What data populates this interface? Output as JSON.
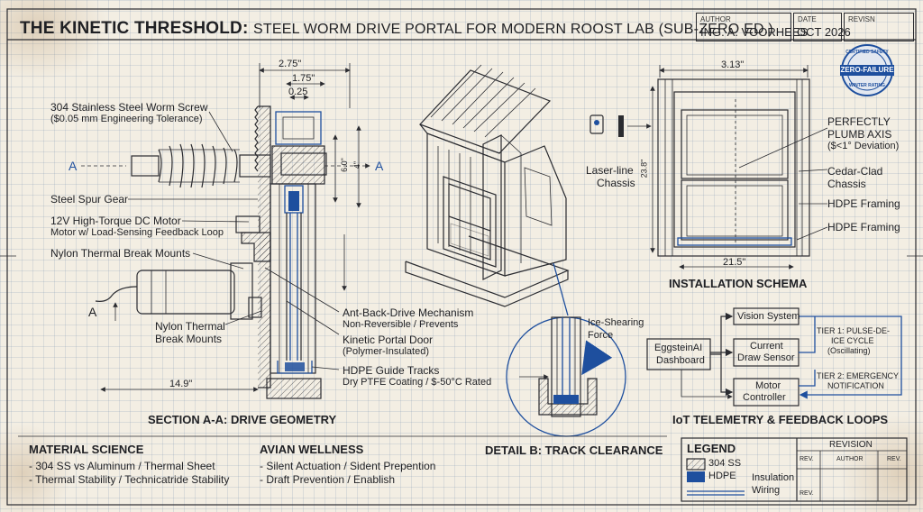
{
  "title": {
    "main": "THE KINETIC THRESHOLD:",
    "sub": "STEEL WORM DRIVE PORTAL FOR MODERN ROOST LAB (SUB-ZERO ED.)"
  },
  "title_block": {
    "author_label": "AUTHOR",
    "author": "ING. A. VOORHEES",
    "date_label": "DATE",
    "date": "OCT 2026",
    "revision_label": "REVISN"
  },
  "badge": {
    "top": "CERTIFIED SAFETY",
    "main": "ZERO-FAILURE",
    "bottom": "WINTER RATING"
  },
  "section_aa": {
    "heading": "SECTION A-A: DRIVE GEOMETRY",
    "dims": {
      "d275": "2.75\"",
      "d175": "1.75\"",
      "d025": "0.25",
      "d149": "14.9\"",
      "d60": "6.0\"",
      "d4": "4\"",
      "marker_a": "A",
      "marker_a2": "A"
    },
    "labels": {
      "worm_screw": "304 Stainless Steel Worm Screw",
      "worm_tol": "($0.05 mm Engineering Tolerance)",
      "spur_gear": "Steel Spur Gear",
      "motor": "12V High-Torque DC Motor",
      "motor_sub": "Motor w/ Load-Sensing Feedback Loop",
      "nylon1": "Nylon Thermal Break Mounts",
      "nylon2a": "Nylon Thermal",
      "nylon2b": "Break Mounts",
      "anti_back": "Ant-Back-Drive Mechanism",
      "anti_back_sub": "Non-Reversible / Prevents",
      "portal": "Kinetic Portal Door",
      "portal_sub": "(Polymer-Insulated)",
      "tracks": "HDPE Guide Tracks",
      "tracks_sub": "Dry PTFE Coating / $-50°C Rated"
    }
  },
  "detail_b": {
    "heading": "DETAIL B: TRACK CLEARANCE",
    "force_a": "Ice-Shearing",
    "force_b": "Force"
  },
  "installation": {
    "heading": "INSTALLATION SCHEMA",
    "d313": "3.13\"",
    "d215": "21.5\"",
    "d238": "23.8\"",
    "laser_a": "Laser-line",
    "laser_b": "Chassis",
    "plumb_a": "PERFECTLY",
    "plumb_b": "PLUMB AXIS",
    "plumb_c": "($<1° Deviation)",
    "cedar_a": "Cedar-Clad",
    "cedar_b": "Chassis",
    "hdpe1": "HDPE Framing",
    "hdpe2": "HDPE Framing"
  },
  "iot": {
    "heading": "IoT TELEMETRY & FEEDBACK LOOPS",
    "dashboard_a": "EggsteinAI",
    "dashboard_b": "Dashboard",
    "vision": "Vision System",
    "current_a": "Current",
    "current_b": "Draw Sensor",
    "motor_a": "Motor",
    "motor_b": "Controller",
    "tier1_a": "TIER 1: PULSE-DE-",
    "tier1_b": "ICE CYCLE",
    "tier1_c": "(Oscillating)",
    "tier2_a": "TIER 2: EMERGENCY",
    "tier2_b": "NOTIFICATION"
  },
  "material_science": {
    "heading": "MATERIAL SCIENCE",
    "items": [
      "- 304 SS vs Aluminum / Thermal Sheet",
      "- Thermal Stability / Technicatride Stability"
    ]
  },
  "avian_wellness": {
    "heading": "AVIAN WELLNESS",
    "items": [
      "- Silent Actuation / Sident Prepention",
      "- Draft Prevention / Enablish"
    ]
  },
  "legend": {
    "heading": "LEGEND",
    "ss": "304 SS",
    "hdpe": "HDPE",
    "insulation": "Insulation",
    "wiring": "Wiring"
  },
  "revision": {
    "heading": "REVISION",
    "col_rev": "REV.",
    "col_author": "AUTHOR",
    "col_rev2": "REV.",
    "row_rev": "REV."
  },
  "colors": {
    "ink": "#2a2b30",
    "blue": "#1e4f9e",
    "paper": "#f3eee3"
  }
}
